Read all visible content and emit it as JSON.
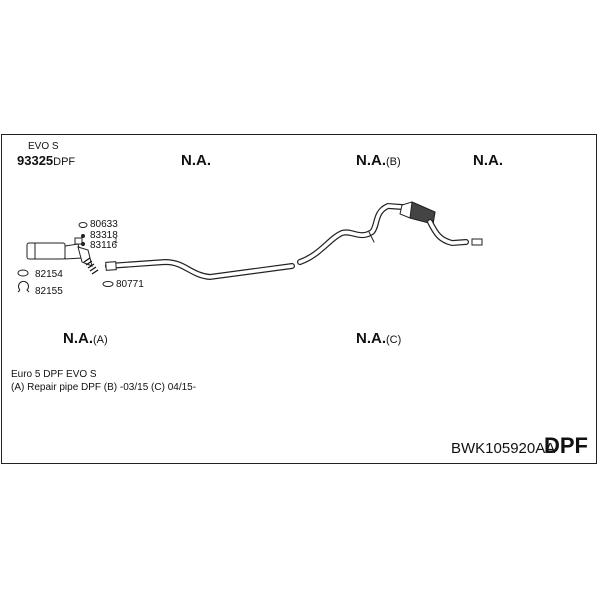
{
  "diagram": {
    "variant_label": "EVO S",
    "main_part": {
      "number": "93325",
      "suffix": "DPF"
    },
    "na_labels": [
      {
        "id": "na-1",
        "text": "N.A.",
        "suffix": ""
      },
      {
        "id": "na-2",
        "text": "N.A.",
        "suffix": "(B)"
      },
      {
        "id": "na-3",
        "text": "N.A.",
        "suffix": ""
      },
      {
        "id": "na-4",
        "text": "N.A.",
        "suffix": "(A)"
      },
      {
        "id": "na-5",
        "text": "N.A.",
        "suffix": "(C)"
      }
    ],
    "small_parts": {
      "p80633": "80633",
      "p83318": "83318",
      "p83116": "83116",
      "p83116_qty": "1",
      "p82154": "82154",
      "p82155": "82155",
      "p80771": "80771"
    },
    "notes": {
      "line1": "Euro 5   DPF EVO S",
      "line2": "(A) Repair pipe DPF (B) -03/15 (C) 04/15-"
    },
    "kit_code": "BWK105920AA",
    "kit_type": "DPF"
  }
}
